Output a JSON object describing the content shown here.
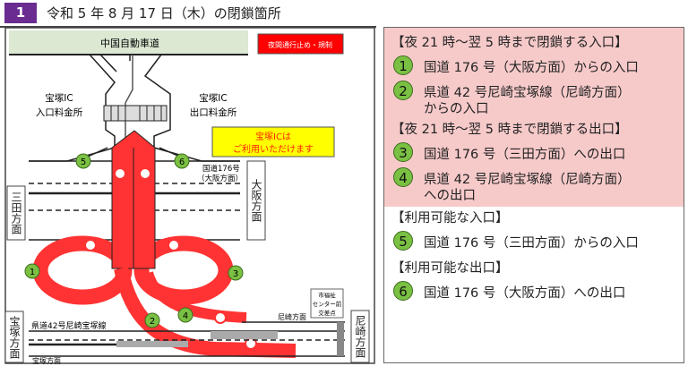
{
  "header": {
    "number": "1",
    "title": "令和 5 年 8 月 17 日（木）の閉鎖箇所"
  },
  "diagram": {
    "expressway": "中国自動車道",
    "legend_closed": "夜間通行止め・規制",
    "toll_in": [
      "宝塚IC",
      "入口料金所"
    ],
    "toll_out": [
      "宝塚IC",
      "出口料金所"
    ],
    "notice": [
      "宝塚ICは",
      "ご利用いただけます"
    ],
    "route176": [
      "国道176号",
      "（大阪方面）"
    ],
    "dir_sanda": "三田方面",
    "dir_osaka": "大阪方面",
    "dir_takarazuka": "宝塚方面",
    "dir_amagasaki": "尼崎方面",
    "route42": "県道42号尼崎宝塚線",
    "amagasaki_small": "尼崎方面",
    "takarazuka_small": "宝塚方面",
    "intersection": [
      "市福祉",
      "センター前",
      "交差点"
    ],
    "markers": [
      "1",
      "2",
      "3",
      "4",
      "5",
      "6"
    ],
    "colors": {
      "closed": "#ff3333",
      "green_band": "#dde8d3",
      "notice_bg": "#ffff00",
      "marker": "#7ac143",
      "header": "#6a2c91"
    }
  },
  "panel": {
    "h1": "【夜 21 時～翌 5 時まで閉鎖する入口】",
    "i1": "国道 176 号（大阪方面）からの入口",
    "i2a": "県道 42 号尼崎宝塚線（尼崎方面）",
    "i2b": "からの入口",
    "h2": "【夜 21 時～翌 5 時まで閉鎖する出口】",
    "i3": "国道 176 号（三田方面）への出口",
    "i4a": "県道 42 号尼崎宝塚線（尼崎方面）",
    "i4b": "への出口",
    "h3": "【利用可能な入口】",
    "i5": "国道 176 号（三田方面）からの入口",
    "h4": "【利用可能な出口】",
    "i6": "国道 176 号（大阪方面）への出口",
    "nums": [
      "1",
      "2",
      "3",
      "4",
      "5",
      "6"
    ]
  }
}
